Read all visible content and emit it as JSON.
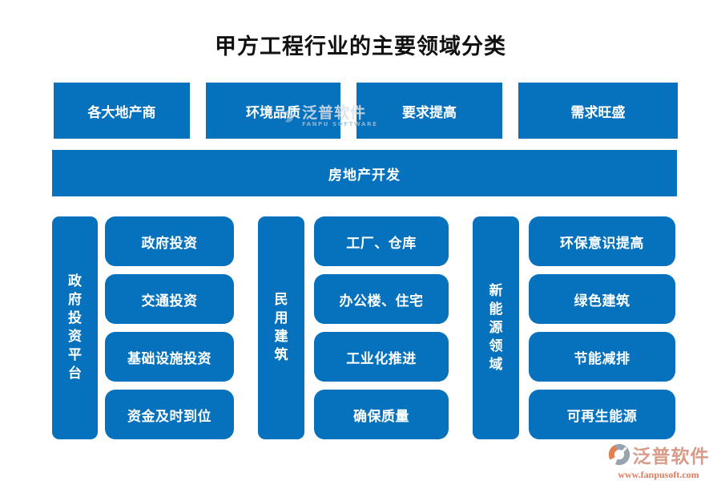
{
  "title": "甲方工程行业的主要领域分类",
  "top_row": {
    "items": [
      "各大地产商",
      "环境品质",
      "要求提高",
      "需求旺盛"
    ]
  },
  "banner": {
    "label": "房地产开发"
  },
  "sections": [
    {
      "label": "政府投资平台",
      "items": [
        "政府投资",
        "交通投资",
        "基础设施投资",
        "资金及时到位"
      ]
    },
    {
      "label": "民用建筑",
      "items": [
        "工厂、仓库",
        "办公楼、住宅",
        "工业化推进",
        "确保质量"
      ]
    },
    {
      "label": "新能源领域",
      "items": [
        "环保意识提高",
        "绿色建筑",
        "节能减排",
        "可再生能源"
      ]
    }
  ],
  "watermark": {
    "name": "泛普软件",
    "subtext": "FANPU SOFTWARE"
  },
  "logo": {
    "name": "泛普软件",
    "url": "www.fanpusoft.com"
  },
  "colors": {
    "primary_blue": "#0672BE",
    "box_text": "#FFFFFF",
    "title_text": "#111111",
    "logo_name": "#D89B88",
    "logo_url": "#DE7C5F",
    "logo_gray": "#98A3AF",
    "logo_orange": "#E2814F"
  }
}
